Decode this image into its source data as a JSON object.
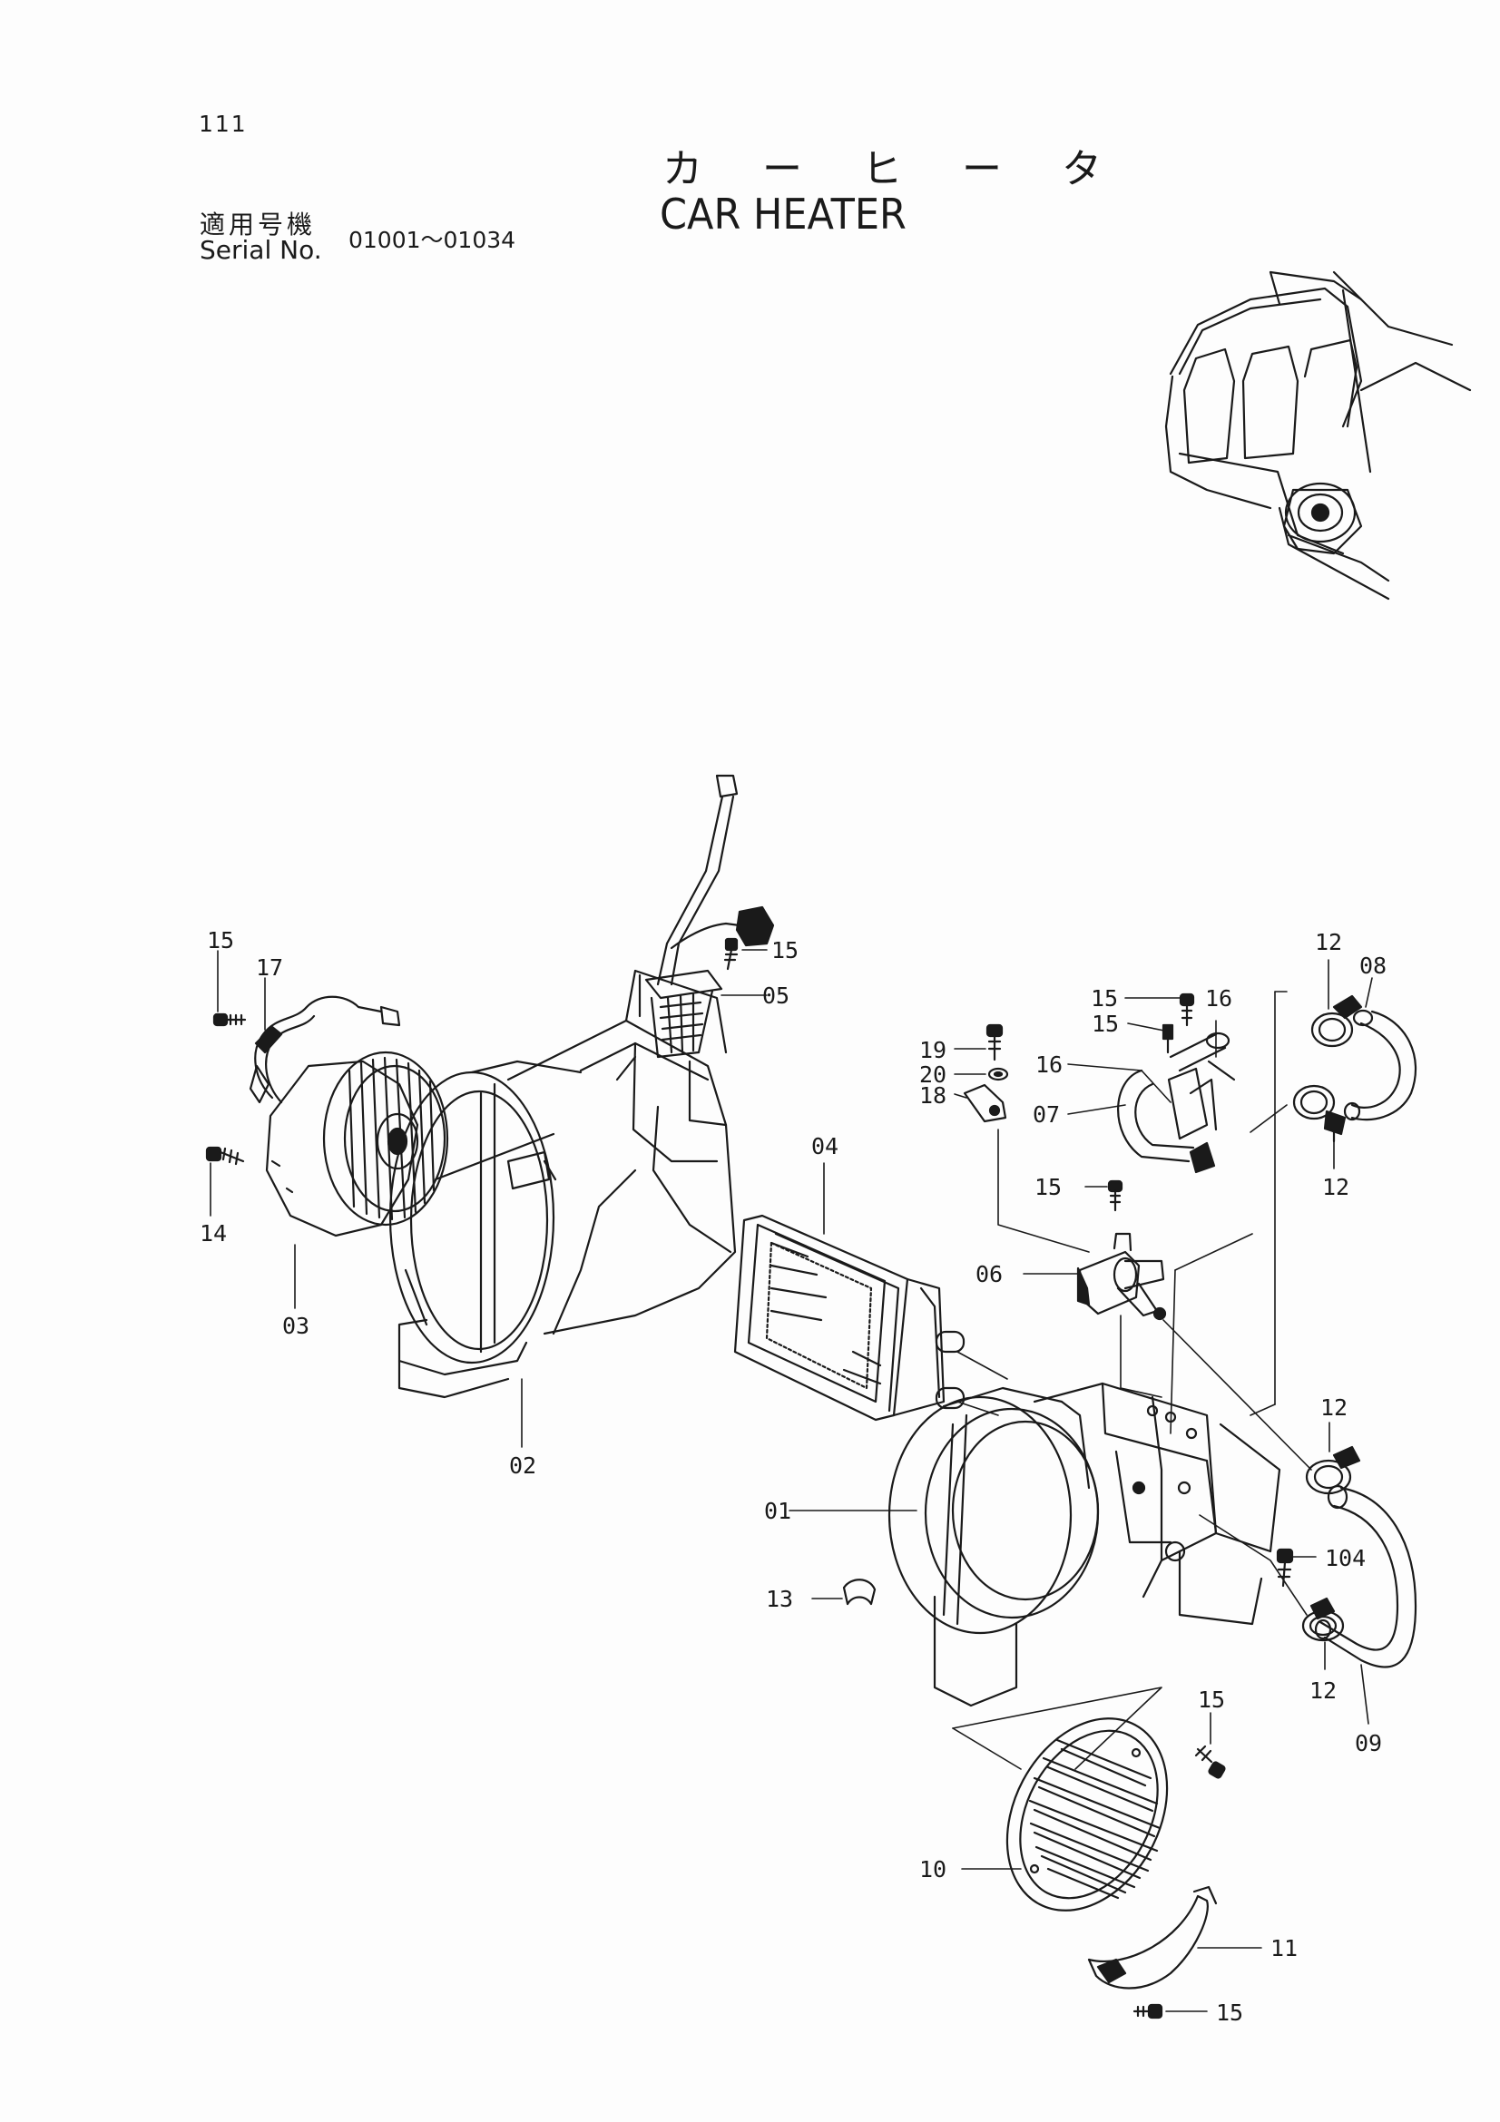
{
  "header": {
    "page_number": "111",
    "title_jp": "カ ー ヒ ー タ",
    "title_en": "CAR HEATER",
    "serial_label_jp": "適用号機",
    "serial_label_en": "Serial No.",
    "serial_range": "01001～01034"
  },
  "callouts": {
    "c15_left": "15",
    "c17": "17",
    "c14": "14",
    "c03": "03",
    "c02": "02",
    "c15_mid": "15",
    "c05": "05",
    "c04": "04",
    "c01": "01",
    "c13": "13",
    "c15_a": "15",
    "c16_a": "16",
    "c15_b": "15",
    "c16_b": "16",
    "c07": "07",
    "c19": "19",
    "c20": "20",
    "c18": "18",
    "c15_c": "15",
    "c06": "06",
    "c12_a": "12",
    "c08": "08",
    "c12_b": "12",
    "c12_c": "12",
    "c104": "104",
    "c12_d": "12",
    "c09": "09",
    "c15_d": "15",
    "c10": "10",
    "c11": "11",
    "c15_e": "15"
  }
}
